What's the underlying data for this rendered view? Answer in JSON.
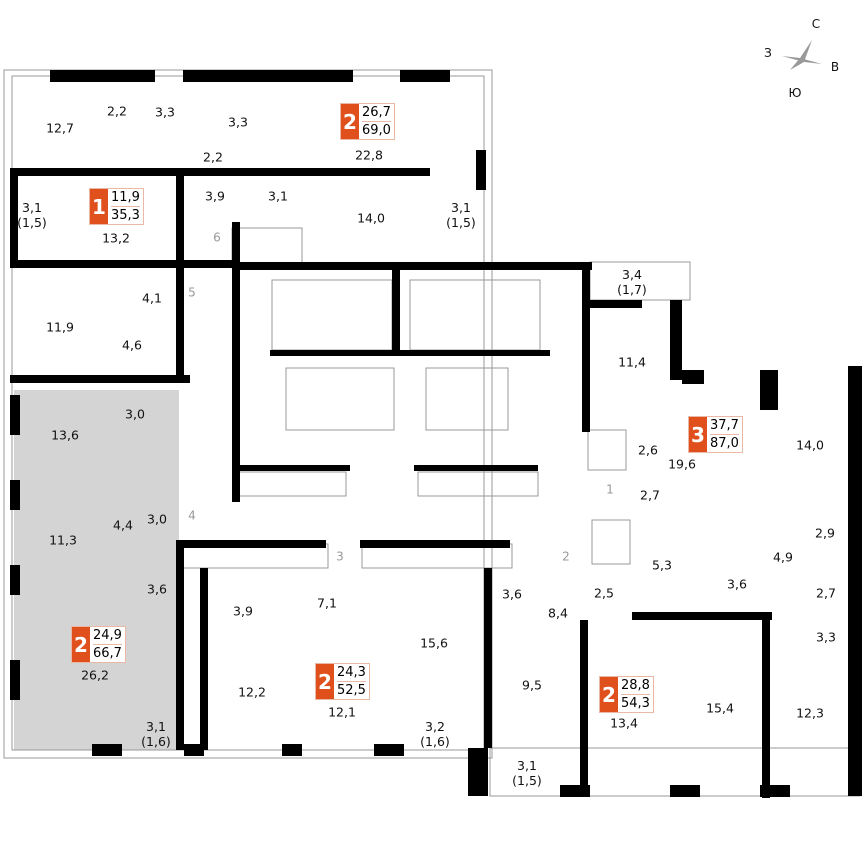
{
  "compass": {
    "north": "С",
    "west": "З",
    "east": "В",
    "south": "Ю"
  },
  "highlight_color": "#d4d4d4",
  "accent_color": "#e0501d",
  "apartments": [
    {
      "rooms": "2",
      "living_area": "26,7",
      "total_area": "69,0"
    },
    {
      "rooms": "1",
      "living_area": "11,9",
      "total_area": "35,3"
    },
    {
      "rooms": "2",
      "living_area": "24,9",
      "total_area": "66,7",
      "selected": true
    },
    {
      "rooms": "2",
      "living_area": "24,3",
      "total_area": "52,5"
    },
    {
      "rooms": "3",
      "living_area": "37,7",
      "total_area": "87,0"
    },
    {
      "rooms": "2",
      "living_area": "28,8",
      "total_area": "54,3"
    }
  ],
  "rooms": [
    "12,7",
    "2,2",
    "3,3",
    "3,3",
    "2,2",
    "22,8",
    "3,1\n(1,5)",
    "13,2",
    "3,9",
    "3,1",
    "14,0",
    "3,1\n(1,5)",
    "4,1",
    "11,9",
    "4,6",
    "13,6",
    "3,0",
    "4,4",
    "3,0",
    "11,3",
    "3,6",
    "26,2",
    "3,1\n(1,6)",
    "3,9",
    "7,1",
    "15,6",
    "12,2",
    "12,1",
    "3,2\n(1,6)",
    "3,4\n(1,7)",
    "11,4",
    "2,6",
    "19,6",
    "14,0",
    "2,7",
    "2,9",
    "5,3",
    "4,9",
    "3,6",
    "2,5",
    "3,6",
    "2,7",
    "8,4",
    "3,3",
    "9,5",
    "13,4",
    "15,4",
    "12,3",
    "3,1\n(1,5)"
  ],
  "doors": [
    "6",
    "5",
    "4",
    "3",
    "2",
    "1"
  ]
}
